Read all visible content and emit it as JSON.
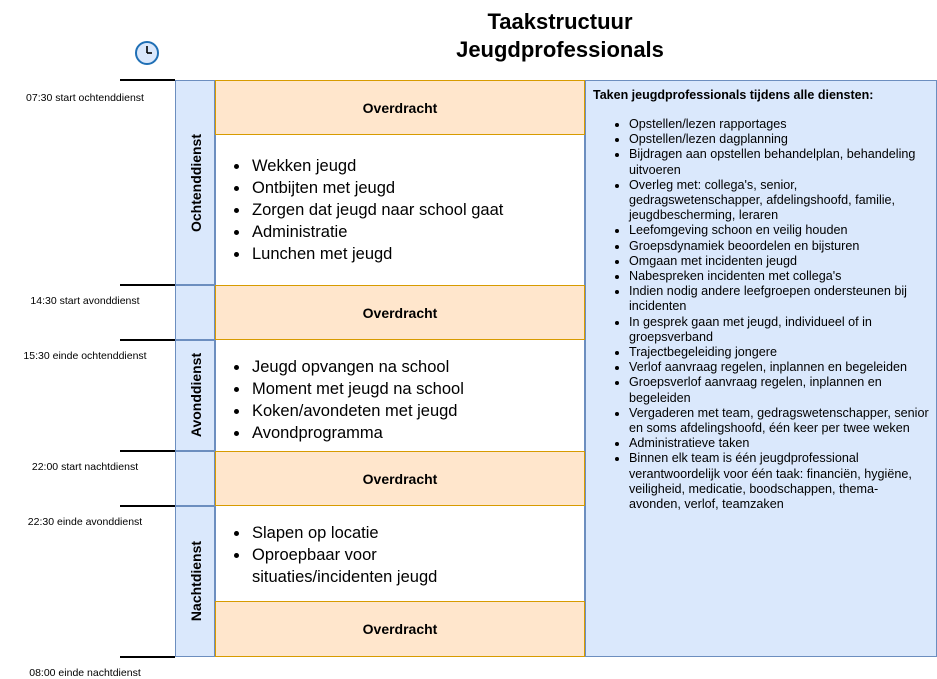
{
  "title": {
    "line1": "Taakstructuur",
    "line2": "Jeugdprofessionals"
  },
  "icons": {
    "clock": "clock-icon"
  },
  "colors": {
    "shift_fill": "#dae8fc",
    "shift_border": "#6c8ebf",
    "overdracht_fill": "#ffe6cc",
    "overdracht_border": "#d79b00"
  },
  "times": [
    "07:30 start ochtenddienst",
    "14:30 start avonddienst",
    "15:30 einde ochtenddienst",
    "22:00 start nachtdienst",
    "22:30 einde avonddienst",
    "08:00 einde nachtdienst"
  ],
  "shifts": {
    "ochtend": "Ochtenddienst",
    "avond": "Avonddienst",
    "nacht": "Nachtdienst"
  },
  "overdracht": "Overdracht",
  "tasks": {
    "ochtend": [
      "Wekken jeugd",
      "Ontbijten met jeugd",
      "Zorgen dat jeugd naar school gaat",
      "Administratie",
      "Lunchen met jeugd"
    ],
    "avond": [
      "Jeugd opvangen na school",
      "Moment met jeugd na school",
      "Koken/avondeten met jeugd",
      "Avondprogramma"
    ],
    "nacht": [
      "Slapen op locatie",
      "Oproepbaar voor situaties/incidenten jeugd"
    ]
  },
  "panel": {
    "heading": "Taken jeugdprofessionals tijdens alle diensten:",
    "items": [
      "Opstellen/lezen rapportages",
      "Opstellen/lezen dagplanning",
      "Bijdragen aan opstellen behandelplan, behandeling uitvoeren",
      "Overleg met: collega's, senior, gedragswetenschapper, afdelingshoofd, familie, jeugdbescherming, leraren",
      "Leefomgeving schoon en veilig houden",
      "Groepsdynamiek beoordelen en bijsturen",
      "Omgaan met incidenten jeugd",
      "Nabespreken incidenten met collega's",
      "Indien nodig andere leefgroepen ondersteunen bij incidenten",
      "In gesprek gaan met jeugd, individueel of in groepsverband",
      "Trajectbegeleiding jongere",
      "Verlof aanvraag regelen, inplannen en begeleiden",
      "Groepsverlof aanvraag regelen, inplannen en begeleiden",
      "Vergaderen met team, gedragswetenschapper, senior en soms afdelingshoofd, één keer per twee weken",
      "Administratieve taken",
      "Binnen elk team is één jeugdprofessional verantwoordelijk voor één taak: financiën, hygiëne, veiligheid, medicatie, boodschappen, thema-avonden, verlof, teamzaken"
    ]
  }
}
